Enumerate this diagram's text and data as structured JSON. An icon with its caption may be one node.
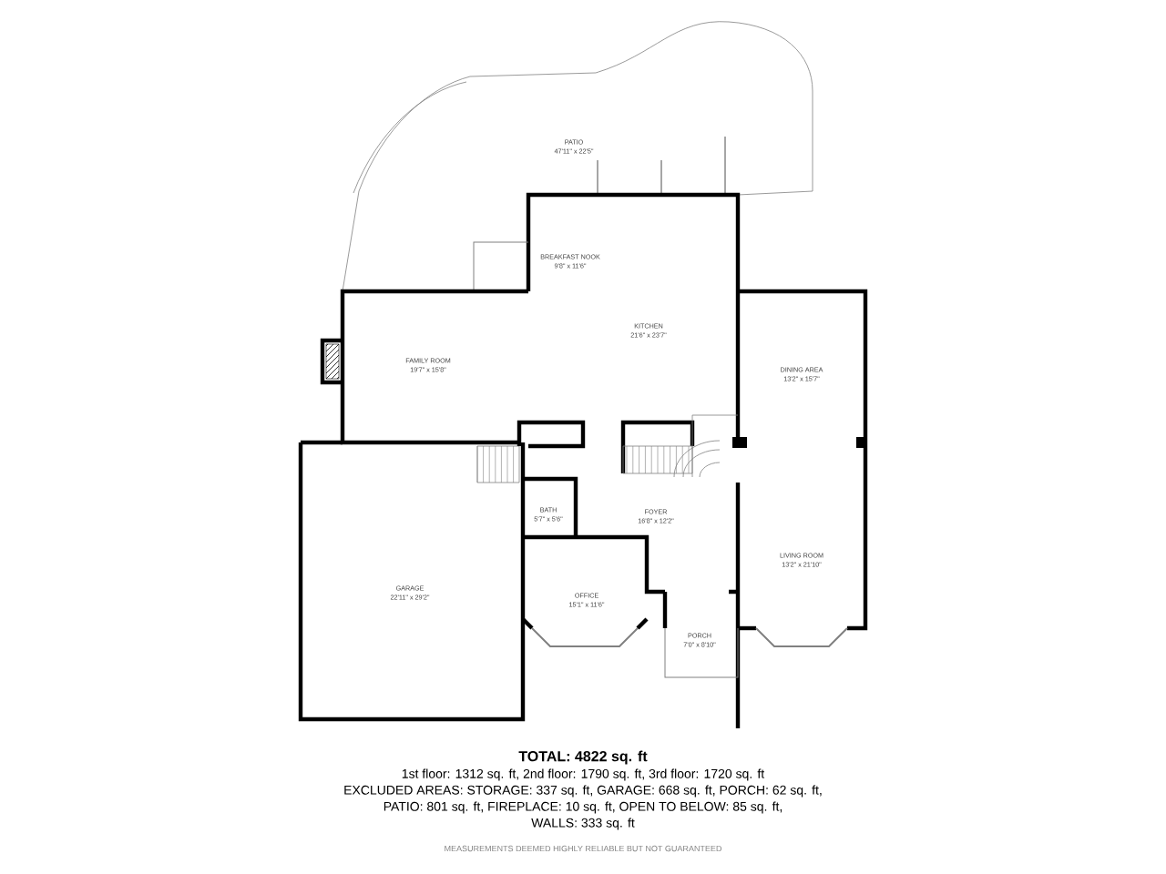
{
  "diagram": {
    "title": "TOTAL: 4822 sq. ft",
    "labels": [
      "PATIO",
      "47'11\" x 22'5\"",
      "BREAKFAST NOOK",
      "9'8\" x 11'6\"",
      "KITCHEN",
      "21'6\" x 23'7\"",
      "FAMILY ROOM",
      "19'7\" x 15'8\"",
      "DINING AREA",
      "13'2\" x 15'7\"",
      "BATH",
      "5'7\" x 5'6\"",
      "FOYER",
      "16'8\" x 12'2\"",
      "GARAGE",
      "22'11\" x 29'2\"",
      "LIVING ROOM",
      "13'2\" x 21'10\"",
      "OFFICE",
      "15'1\" x 11'6\"",
      "PORCH",
      "7'0\" x 8'10\"",
      "1st floor: 1312 sq. ft, 2nd floor: 1790 sq. ft, 3rd floor: 1720 sq. ft",
      "EXCLUDED AREAS: STORAGE: 337 sq. ft, GARAGE: 668 sq. ft, PORCH: 62 sq. ft,",
      "PATIO: 801 sq. ft, FIREPLACE: 10 sq. ft, OPEN TO BELOW: 85 sq. ft,",
      "WALLS: 333 sq. ft",
      "MEASUREMENTS DEEMED HIGHLY RELIABLE BUT NOT GUARANTEED"
    ]
  }
}
